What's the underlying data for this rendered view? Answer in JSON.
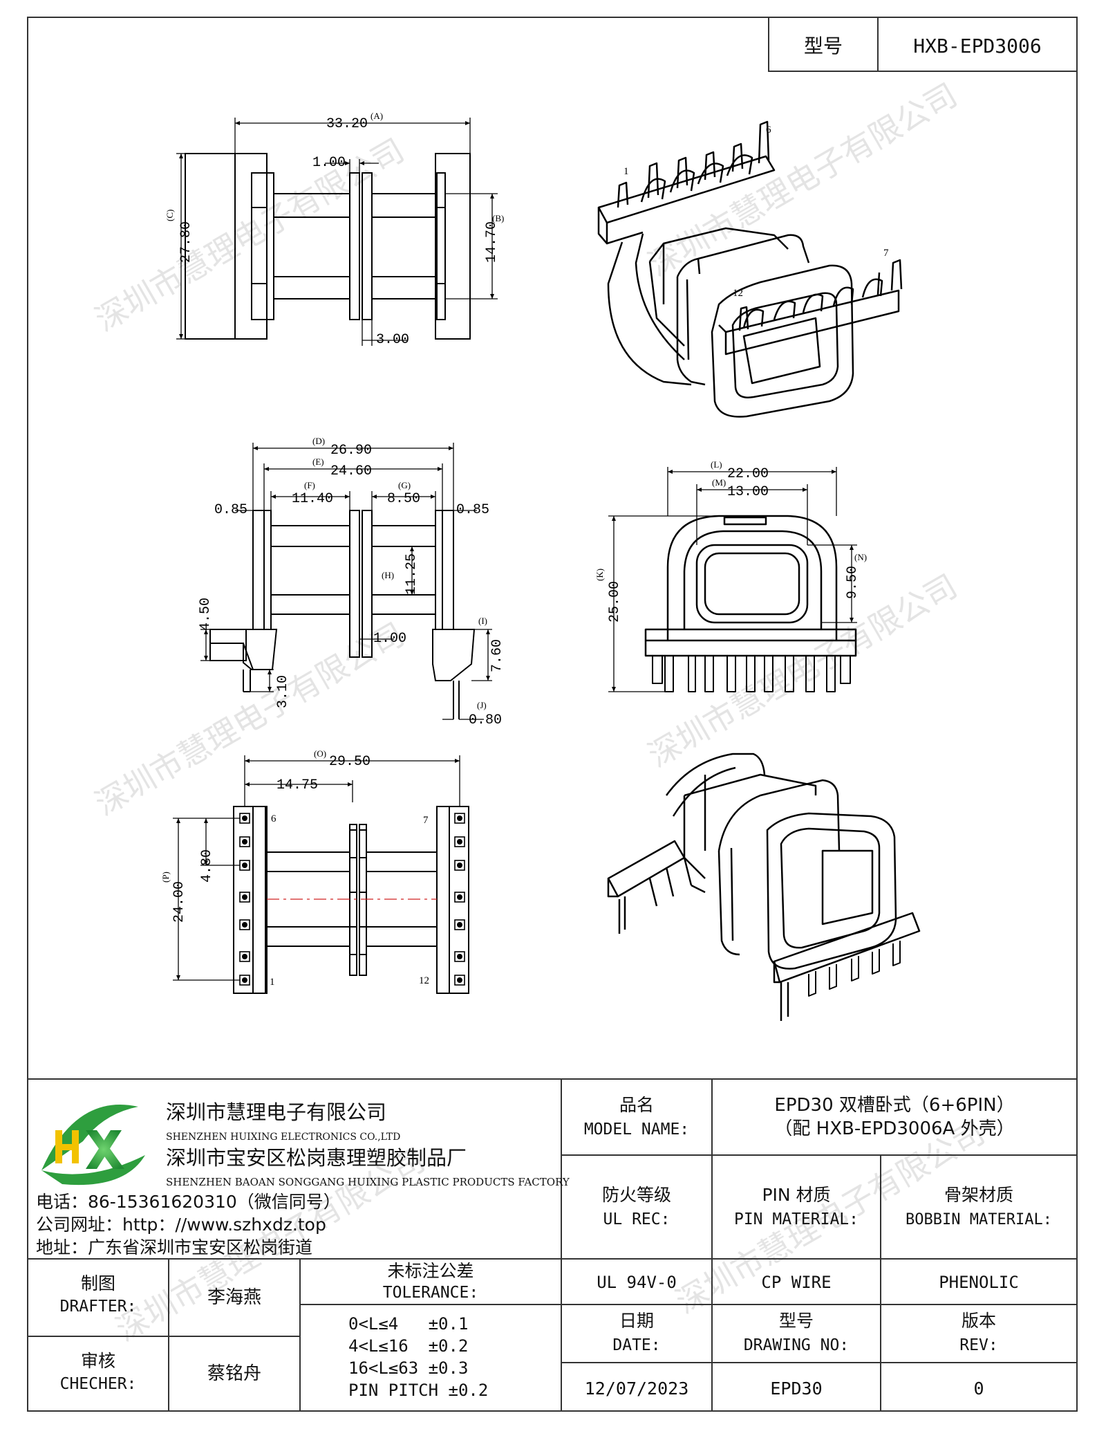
{
  "model_box": {
    "label": "型号",
    "value": "HXB-EPD3006"
  },
  "watermark": "深圳市慧理电子有限公司",
  "top_view": {
    "dims": {
      "A": "(A)",
      "A_val": "33.20",
      "t1": "1.00",
      "B": "(B)",
      "B_val": "14.70",
      "C": "(C)",
      "C_val": "27.80",
      "t2": "3.00"
    }
  },
  "iso_top": {
    "pin1": "1",
    "pin6": "6",
    "pin7": "7",
    "pin12": "12"
  },
  "side_view": {
    "dims": {
      "D": "(D)",
      "D_val": "26.90",
      "E": "(E)",
      "E_val": "24.60",
      "F": "(F)",
      "F_val": "11.40",
      "G": "(G)",
      "G_val": "8.50",
      "left_085": "0.85",
      "right_085": "0.85",
      "H": "(H)",
      "H_val": "11.25",
      "flange": "1.00",
      "h450": "4.50",
      "h310": "3.10",
      "I": "(I)",
      "I_val": "7.60",
      "J": "(J)",
      "J_val": "0.80"
    }
  },
  "front_view": {
    "dims": {
      "L": "(L)",
      "L_val": "22.00",
      "M": "(M)",
      "M_val": "13.00",
      "K": "(K)",
      "K_val": "25.00",
      "N": "(N)",
      "N_val": "9.50"
    }
  },
  "bottom_view": {
    "dims": {
      "O": "(O)",
      "O_val": "29.50",
      "half": "14.75",
      "P": "(P)",
      "P_val": "24.00",
      "pitch": "4.80"
    },
    "pins": {
      "p6": "6",
      "p7": "7",
      "p1": "1",
      "p12": "12"
    }
  },
  "title_block": {
    "company_cn": "深圳市慧理电子有限公司",
    "company_en": "SHENZHEN HUIXING ELECTRONICS CO.,LTD",
    "factory_cn": "深圳市宝安区松岗惠理塑胶制品厂",
    "factory_en": "SHENZHEN BAOAN SONGGANG HUIXING PLASTIC PRODUCTS FACTORY",
    "phone": "电话：86-15361620310（微信同号）",
    "website": "公司网址：http：//www.szhxdz.top",
    "address": "地址：广东省深圳市宝安区松岗街道",
    "logo_text": "HX",
    "product_name_cn": "品名",
    "product_name_en": "MODEL NAME:",
    "product_value_1": "EPD30 双槽卧式（6+6PIN）",
    "product_value_2": "（配 HXB-EPD3006A 外壳）",
    "fire_cn": "防火等级",
    "fire_en": "UL REC:",
    "pin_mat_cn": "PIN 材质",
    "pin_mat_en": "PIN MATERIAL:",
    "bobbin_mat_cn": "骨架材质",
    "bobbin_mat_en": "BOBBIN MATERIAL:",
    "fire_value": "UL 94V-0",
    "pin_value": "CP WIRE",
    "bobbin_value": "PHENOLIC",
    "drafter_cn": "制图",
    "drafter_en": "DRAFTER:",
    "drafter_name": "李海燕",
    "checker_cn": "审核",
    "checker_en": "CHECHER:",
    "checker_name": "蔡铭舟",
    "tol_cn": "未标注公差",
    "tol_en": "TOLERANCE:",
    "tol_lines": [
      "0<L≤4   ±0.1",
      "4<L≤16  ±0.2",
      "16<L≤63 ±0.3",
      "PIN PITCH ±0.2"
    ],
    "date_cn": "日期",
    "date_en": "DATE:",
    "drawno_cn": "型号",
    "drawno_en": "DRAWING NO:",
    "rev_cn": "版本",
    "rev_en": "REV:",
    "date_value": "12/07/2023",
    "drawno_value": "EPD30",
    "rev_value": "0"
  },
  "colors": {
    "logo_green": "#2e9e3e",
    "logo_yellow": "#f2c200",
    "centerline_red": "#d02020"
  }
}
